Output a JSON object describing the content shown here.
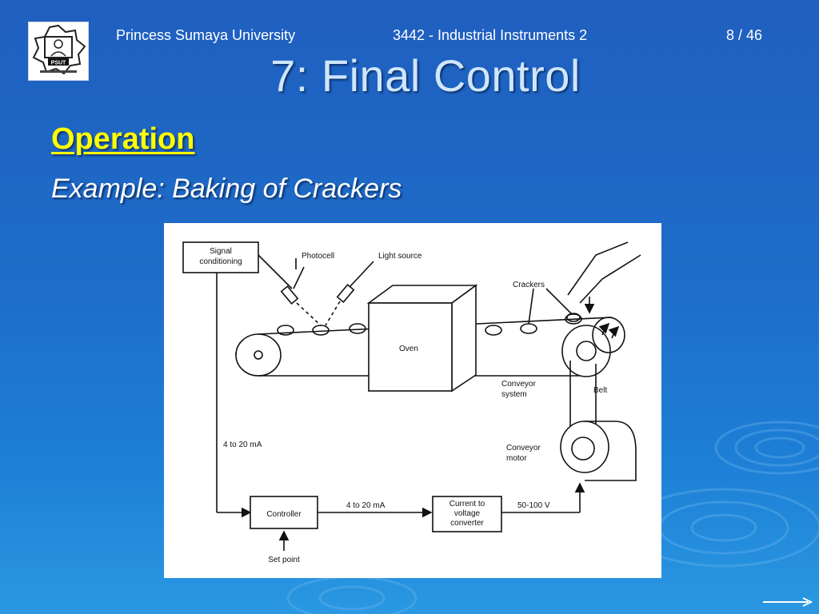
{
  "header": {
    "university": "Princess Sumaya University",
    "course": "3442 - Industrial Instruments 2",
    "page": "8 / 46"
  },
  "logo": {
    "text": "PSUT"
  },
  "slide": {
    "title": "7: Final Control",
    "heading": "Operation",
    "subheading": "Example: Baking of Crackers"
  },
  "diagram": {
    "signal_conditioning_line1": "Signal",
    "signal_conditioning_line2": "conditioning",
    "photocell": "Photocell",
    "light_source": "Light source",
    "crackers": "Crackers",
    "oven": "Oven",
    "conveyor_system_line1": "Conveyor",
    "conveyor_system_line2": "system",
    "belt": "Belt",
    "conveyor_motor_line1": "Conveyor",
    "conveyor_motor_line2": "motor",
    "signal_current_left": "4  to  20 mA",
    "controller": "Controller",
    "signal_current_mid": "4 to 20 mA",
    "converter_line1": "Current to",
    "converter_line2": "voltage",
    "converter_line3": "converter",
    "voltage": "50-100 V",
    "set_point": "Set point"
  },
  "colors": {
    "title": "#cfe6fb",
    "heading": "#ffff00",
    "background": "#1e6cc9"
  },
  "icons": {
    "next": "right-arrow-icon"
  }
}
